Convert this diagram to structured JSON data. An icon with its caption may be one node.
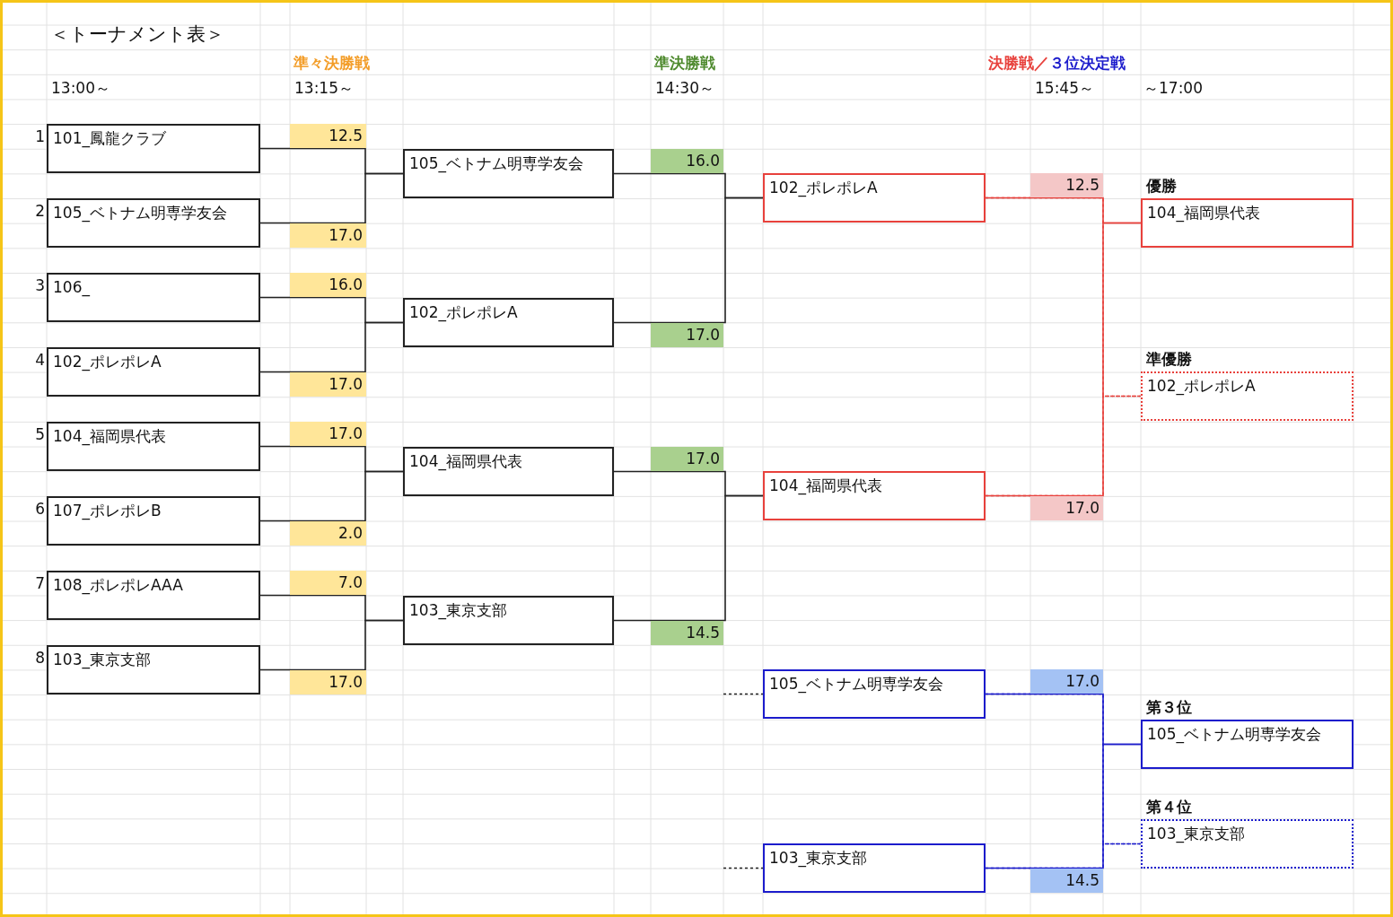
{
  "diagram": {
    "title": "＜トーナメント表＞",
    "nodes": [
      {
        "text": [
          "101_鳳龍クラブ"
        ],
        "beside": [
          "1"
        ]
      },
      {
        "text": [
          "105_ベトナム明専学友会"
        ],
        "beside": [
          "2"
        ]
      },
      {
        "text": [
          "106_"
        ],
        "beside": [
          "3"
        ]
      },
      {
        "text": [
          "102_ポレポレA"
        ],
        "beside": [
          "4"
        ]
      },
      {
        "text": [
          "104_福岡県代表"
        ],
        "beside": [
          "5"
        ]
      },
      {
        "text": [
          "107_ポレポレB"
        ],
        "beside": [
          "6"
        ]
      },
      {
        "text": [
          "108_ポレポレAAA"
        ],
        "beside": [
          "7"
        ]
      },
      {
        "text": [
          "103_東京支部"
        ],
        "beside": [
          "8"
        ]
      },
      {
        "text": [
          "105_ベトナム明専学友会"
        ]
      },
      {
        "text": [
          "102_ポレポレA"
        ]
      },
      {
        "text": [
          "104_福岡県代表"
        ]
      },
      {
        "text": [
          "103_東京支部"
        ]
      },
      {
        "text": [
          "102_ポレポレA"
        ]
      },
      {
        "text": [
          "104_福岡県代表"
        ]
      },
      {
        "text": [
          "優勝",
          "104_福岡県代表"
        ]
      },
      {
        "text": [
          "準優勝",
          "102_ポレポレA"
        ]
      },
      {
        "text": [
          "105_ベトナム明専学友会"
        ]
      },
      {
        "text": [
          "103_東京支部"
        ]
      },
      {
        "text": [
          "第３位",
          "105_ベトナム明専学友会"
        ]
      },
      {
        "text": [
          "第４位",
          "103_東京支部"
        ]
      }
    ],
    "edges": [
      {
        "from": 0,
        "to": 8,
        "arrow": "none"
      },
      {
        "from": 1,
        "to": 8,
        "arrow": "none"
      },
      {
        "from": 2,
        "to": 9,
        "arrow": "none"
      },
      {
        "from": 3,
        "to": 9,
        "arrow": "none"
      },
      {
        "from": 4,
        "to": 10,
        "arrow": "none"
      },
      {
        "from": 5,
        "to": 10,
        "arrow": "none"
      },
      {
        "from": 6,
        "to": 11,
        "arrow": "none"
      },
      {
        "from": 7,
        "to": 11,
        "arrow": "none"
      },
      {
        "from": 8,
        "to": 12,
        "arrow": "none"
      },
      {
        "from": 9,
        "to": 12,
        "arrow": "none"
      },
      {
        "from": 10,
        "to": 13,
        "arrow": "none"
      },
      {
        "from": 11,
        "to": 13,
        "arrow": "none"
      },
      {
        "from": 12,
        "to": 14,
        "arrow": "none",
        "color": "#e8413c"
      },
      {
        "from": 13,
        "to": 14,
        "arrow": "none",
        "color": "#e8413c"
      },
      {
        "from": 12,
        "to": 15,
        "arrow": "none",
        "style": "dashed",
        "color": "#e8413c"
      },
      {
        "from": 13,
        "to": 15,
        "arrow": "none",
        "style": "dashed",
        "color": "#e8413c"
      },
      {
        "from": null,
        "to": 16,
        "arrow": "none",
        "style": "dashed"
      },
      {
        "from": null,
        "to": 17,
        "arrow": "none",
        "style": "dashed"
      },
      {
        "from": 16,
        "to": 18,
        "arrow": "none",
        "color": "#1c1ccc"
      },
      {
        "from": 17,
        "to": 18,
        "arrow": "none",
        "color": "#1c1ccc"
      },
      {
        "from": 16,
        "to": 19,
        "arrow": "none",
        "style": "dashed",
        "color": "#1c1ccc"
      },
      {
        "from": 17,
        "to": 19,
        "arrow": "none",
        "style": "dashed",
        "color": "#1c1ccc"
      }
    ],
    "labels": [
      "準々決勝戦",
      "準決勝戦",
      "決勝戦／",
      "３位決定戦",
      "13:00～",
      "13:15～",
      "14:30～",
      "15:45～",
      "～17:00",
      "12.5",
      "17.0",
      "16.0",
      "17.0",
      "17.0",
      "2.0",
      "7.0",
      "17.0",
      "16.0",
      "17.0",
      "17.0",
      "14.5",
      "12.5",
      "17.0",
      "17.0",
      "14.5"
    ]
  }
}
